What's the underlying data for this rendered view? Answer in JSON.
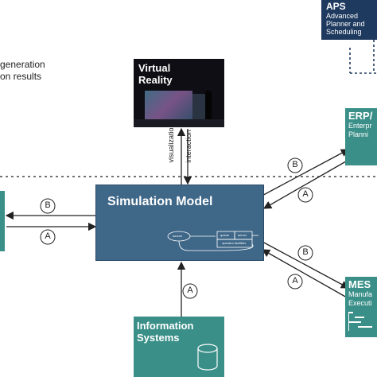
{
  "top_left_text": {
    "line1": "generation",
    "line2": "on results"
  },
  "aps": {
    "title": "APS",
    "line1": "Advanced",
    "line2": "Planner and",
    "line3": "Scheduling"
  },
  "vr": {
    "line1": "Virtual",
    "line2": "Reality"
  },
  "erp": {
    "title": "ERP/",
    "line1": "Enterpr",
    "line2": "Planni"
  },
  "mes": {
    "title": "MES",
    "line1": "Manufa",
    "line2": "Executi"
  },
  "sim": {
    "title": "Simulation Model",
    "source": "source",
    "queue": "queue",
    "server": "server",
    "facilities": "operator facilities"
  },
  "info": {
    "line1": "Information",
    "line2": "Systems"
  },
  "arrow_labels": {
    "visualization": "visualization",
    "interaction": "interaction"
  },
  "circle_labels": {
    "a": "A",
    "b": "B"
  },
  "colors": {
    "navy": "#1e3a5f",
    "teal": "#3a8f88",
    "sim": "#3f6788",
    "line": "#222222"
  }
}
